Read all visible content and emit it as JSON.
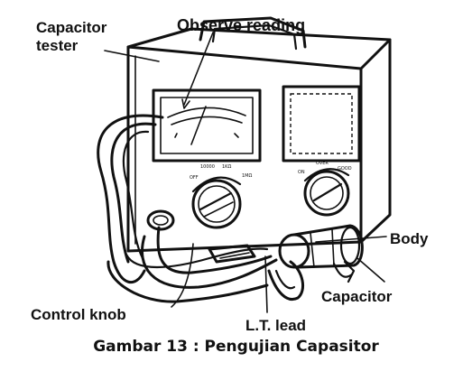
{
  "labels": {
    "capacitor_tester_line1": "Capacitor",
    "capacitor_tester_line2": "tester",
    "observe_reading": "Observe reading",
    "body": "Body",
    "capacitor": "Capacitor",
    "control_knob": "Control knob",
    "lt_lead": "L.T. lead"
  },
  "caption": "Gambar 13  :  Pengujian Capasitor"
}
